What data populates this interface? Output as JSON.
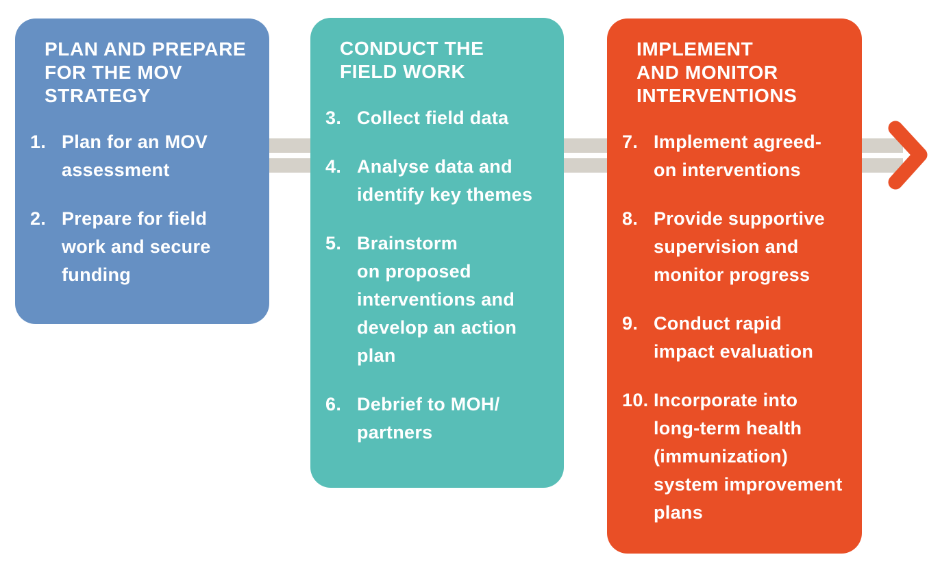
{
  "figure": {
    "background_color": "#ffffff",
    "connector_color": "#d5d1c9",
    "arrow_color": "#e94f26"
  },
  "columns": [
    {
      "name": "plan-and-prepare",
      "color": "#6690c3",
      "title": "PLAN AND PREPARE\nFOR THE MOV\nSTRATEGY",
      "items": [
        {
          "number": "1.",
          "text": "Plan for an MOV\nassessment"
        },
        {
          "number": "2.",
          "text": "Prepare for field\nwork and secure\nfunding"
        }
      ]
    },
    {
      "name": "conduct-field-work",
      "color": "#58beb7",
      "title": "CONDUCT THE\nFIELD WORK",
      "items": [
        {
          "number": "3.",
          "text": "Collect field data"
        },
        {
          "number": "4.",
          "text": "Analyse data and\nidentify key themes"
        },
        {
          "number": "5.",
          "text": "Brainstorm\non proposed\ninterventions  and\ndevelop an action\nplan"
        },
        {
          "number": "6.",
          "text": "Debrief to MOH/\npartners"
        }
      ]
    },
    {
      "name": "implement-and-monitor",
      "color": "#e94f26",
      "title": "IMPLEMENT\nAND MONITOR\nINTERVENTIONS",
      "items": [
        {
          "number": "7.",
          "text": "Implement agreed-\non interventions"
        },
        {
          "number": "8.",
          "text": "Provide supportive\nsupervision and\nmonitor progress"
        },
        {
          "number": "9.",
          "text": "Conduct rapid\nimpact evaluation"
        },
        {
          "number": "10.",
          "text": "Incorporate into\nlong-term  health\n(immunization)\nsystem improvement\nplans"
        }
      ]
    }
  ]
}
